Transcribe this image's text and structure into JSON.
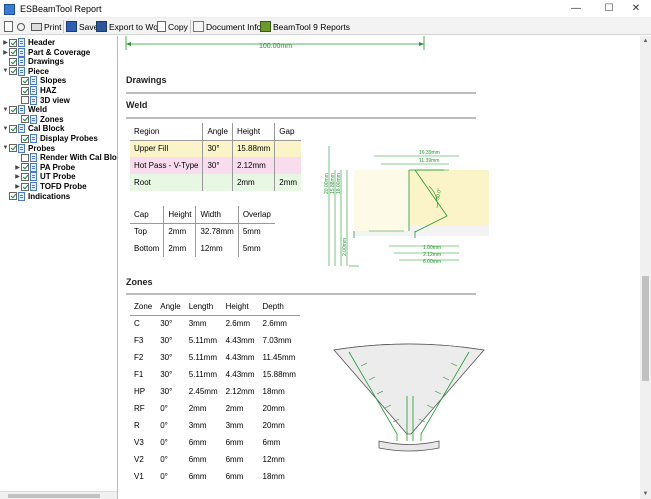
{
  "window": {
    "title": "ESBeamTool Report",
    "minimize": "—",
    "maximize": "☐",
    "close": "✕"
  },
  "toolbar": {
    "print": "Print",
    "save": "Save",
    "export": "Export to Word",
    "copy": "Copy",
    "doc_info": "Document Info...",
    "reports": "BeamTool 9 Reports"
  },
  "tree": [
    {
      "label": "Header",
      "level": 0,
      "expander": "▶",
      "checked": true
    },
    {
      "label": "Part & Coverage",
      "level": 0,
      "expander": "▶",
      "checked": true
    },
    {
      "label": "Drawings",
      "level": 0,
      "expander": "",
      "checked": true
    },
    {
      "label": "Piece",
      "level": 0,
      "expander": "▼",
      "checked": true
    },
    {
      "label": "Slopes",
      "level": 1,
      "expander": "",
      "checked": true
    },
    {
      "label": "HAZ",
      "level": 1,
      "expander": "",
      "checked": true
    },
    {
      "label": "3D view",
      "level": 1,
      "expander": "",
      "checked": false
    },
    {
      "label": "Weld",
      "level": 0,
      "expander": "▼",
      "checked": true
    },
    {
      "label": "Zones",
      "level": 1,
      "expander": "",
      "checked": true
    },
    {
      "label": "Cal Block",
      "level": 0,
      "expander": "▼",
      "checked": true
    },
    {
      "label": "Display Probes",
      "level": 1,
      "expander": "",
      "checked": true
    },
    {
      "label": "Probes",
      "level": 0,
      "expander": "▼",
      "checked": true
    },
    {
      "label": "Render With Cal Block",
      "level": 1,
      "expander": "",
      "checked": false
    },
    {
      "label": "PA Probe",
      "level": 1,
      "expander": "▶",
      "checked": true
    },
    {
      "label": "UT Probe",
      "level": 1,
      "expander": "▶",
      "checked": true
    },
    {
      "label": "TOFD Probe",
      "level": 1,
      "expander": "▶",
      "checked": true
    },
    {
      "label": "Indications",
      "level": 0,
      "expander": "",
      "checked": true
    }
  ],
  "report": {
    "top_dimension": "100.00mm",
    "drawings_title": "Drawings",
    "weld_title": "Weld",
    "zones_title": "Zones",
    "weld_table": {
      "headers": [
        "Region",
        "Angle",
        "Height",
        "Gap"
      ],
      "rows": [
        {
          "cells": [
            "Upper Fill",
            "30°",
            "15.88mm",
            ""
          ],
          "color": "#fbf4c8"
        },
        {
          "cells": [
            "Hot Pass - V-Type",
            "30°",
            "2.12mm",
            ""
          ],
          "color": "#f9ddef"
        },
        {
          "cells": [
            "Root",
            "",
            "2mm",
            "2mm"
          ],
          "color": "#e8f7e4"
        }
      ]
    },
    "cap_table": {
      "headers": [
        "Cap",
        "Height",
        "Width",
        "Overlap"
      ],
      "rows": [
        [
          "Top",
          "2mm",
          "32.78mm",
          "5mm"
        ],
        [
          "Bottom",
          "2mm",
          "12mm",
          "5mm"
        ]
      ]
    },
    "zones_table": {
      "headers": [
        "Zone",
        "Angle",
        "Length",
        "Height",
        "Depth"
      ],
      "rows": [
        [
          "C",
          "30°",
          "3mm",
          "2.6mm",
          "2.6mm"
        ],
        [
          "F3",
          "30°",
          "5.11mm",
          "4.43mm",
          "7.03mm"
        ],
        [
          "F2",
          "30°",
          "5.11mm",
          "4.43mm",
          "11.45mm"
        ],
        [
          "F1",
          "30°",
          "5.11mm",
          "4.43mm",
          "15.88mm"
        ],
        [
          "HP",
          "30°",
          "2.45mm",
          "2.12mm",
          "18mm"
        ],
        [
          "RF",
          "0°",
          "2mm",
          "2mm",
          "20mm"
        ],
        [
          "R",
          "0°",
          "3mm",
          "3mm",
          "20mm"
        ],
        [
          "V3",
          "0°",
          "6mm",
          "6mm",
          "6mm"
        ],
        [
          "V2",
          "0°",
          "6mm",
          "6mm",
          "12mm"
        ],
        [
          "V1",
          "0°",
          "6mm",
          "6mm",
          "18mm"
        ]
      ]
    },
    "weld_drawing_labels": {
      "top1": "16.39mm",
      "top2": "11.39mm",
      "left1": "15.88mm",
      "left2": "18.00mm",
      "left3": "20.00mm",
      "angle": "30.0°",
      "gap": "2.00mm",
      "b1": "1.00mm",
      "b2": "2.12mm",
      "b3": "6.00mm"
    }
  }
}
